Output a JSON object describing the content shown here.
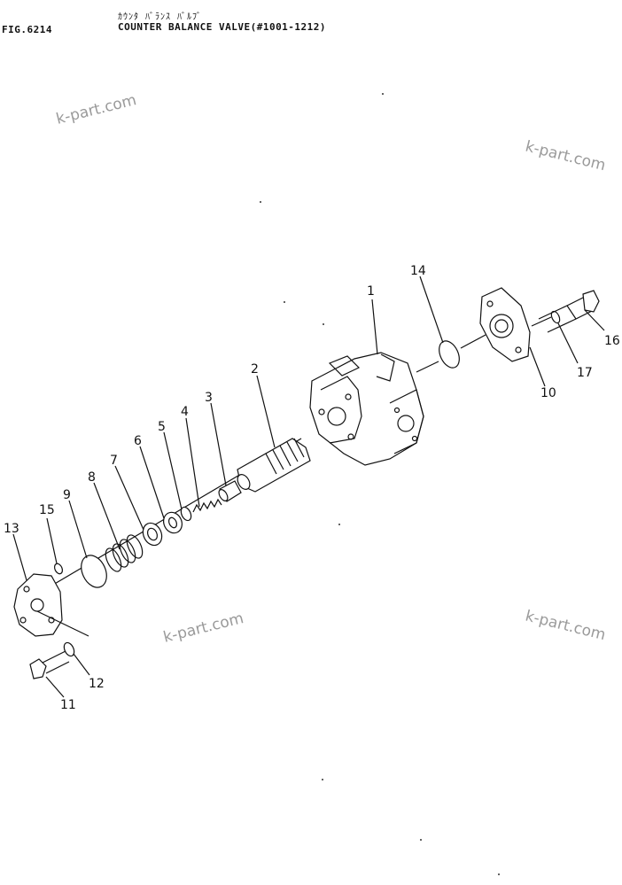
{
  "header": {
    "fig_number": "FIG.6214",
    "title_jp": "ｶｳﾝﾀ ﾊﾞﾗﾝｽ ﾊﾞﾙﾌﾞ",
    "title_en": "COUNTER BALANCE VALVE(#1001-1212)"
  },
  "callouts": [
    "1",
    "2",
    "3",
    "4",
    "5",
    "6",
    "7",
    "8",
    "9",
    "10",
    "11",
    "12",
    "13",
    "14",
    "15",
    "16",
    "17"
  ],
  "watermark": "k-part.com"
}
